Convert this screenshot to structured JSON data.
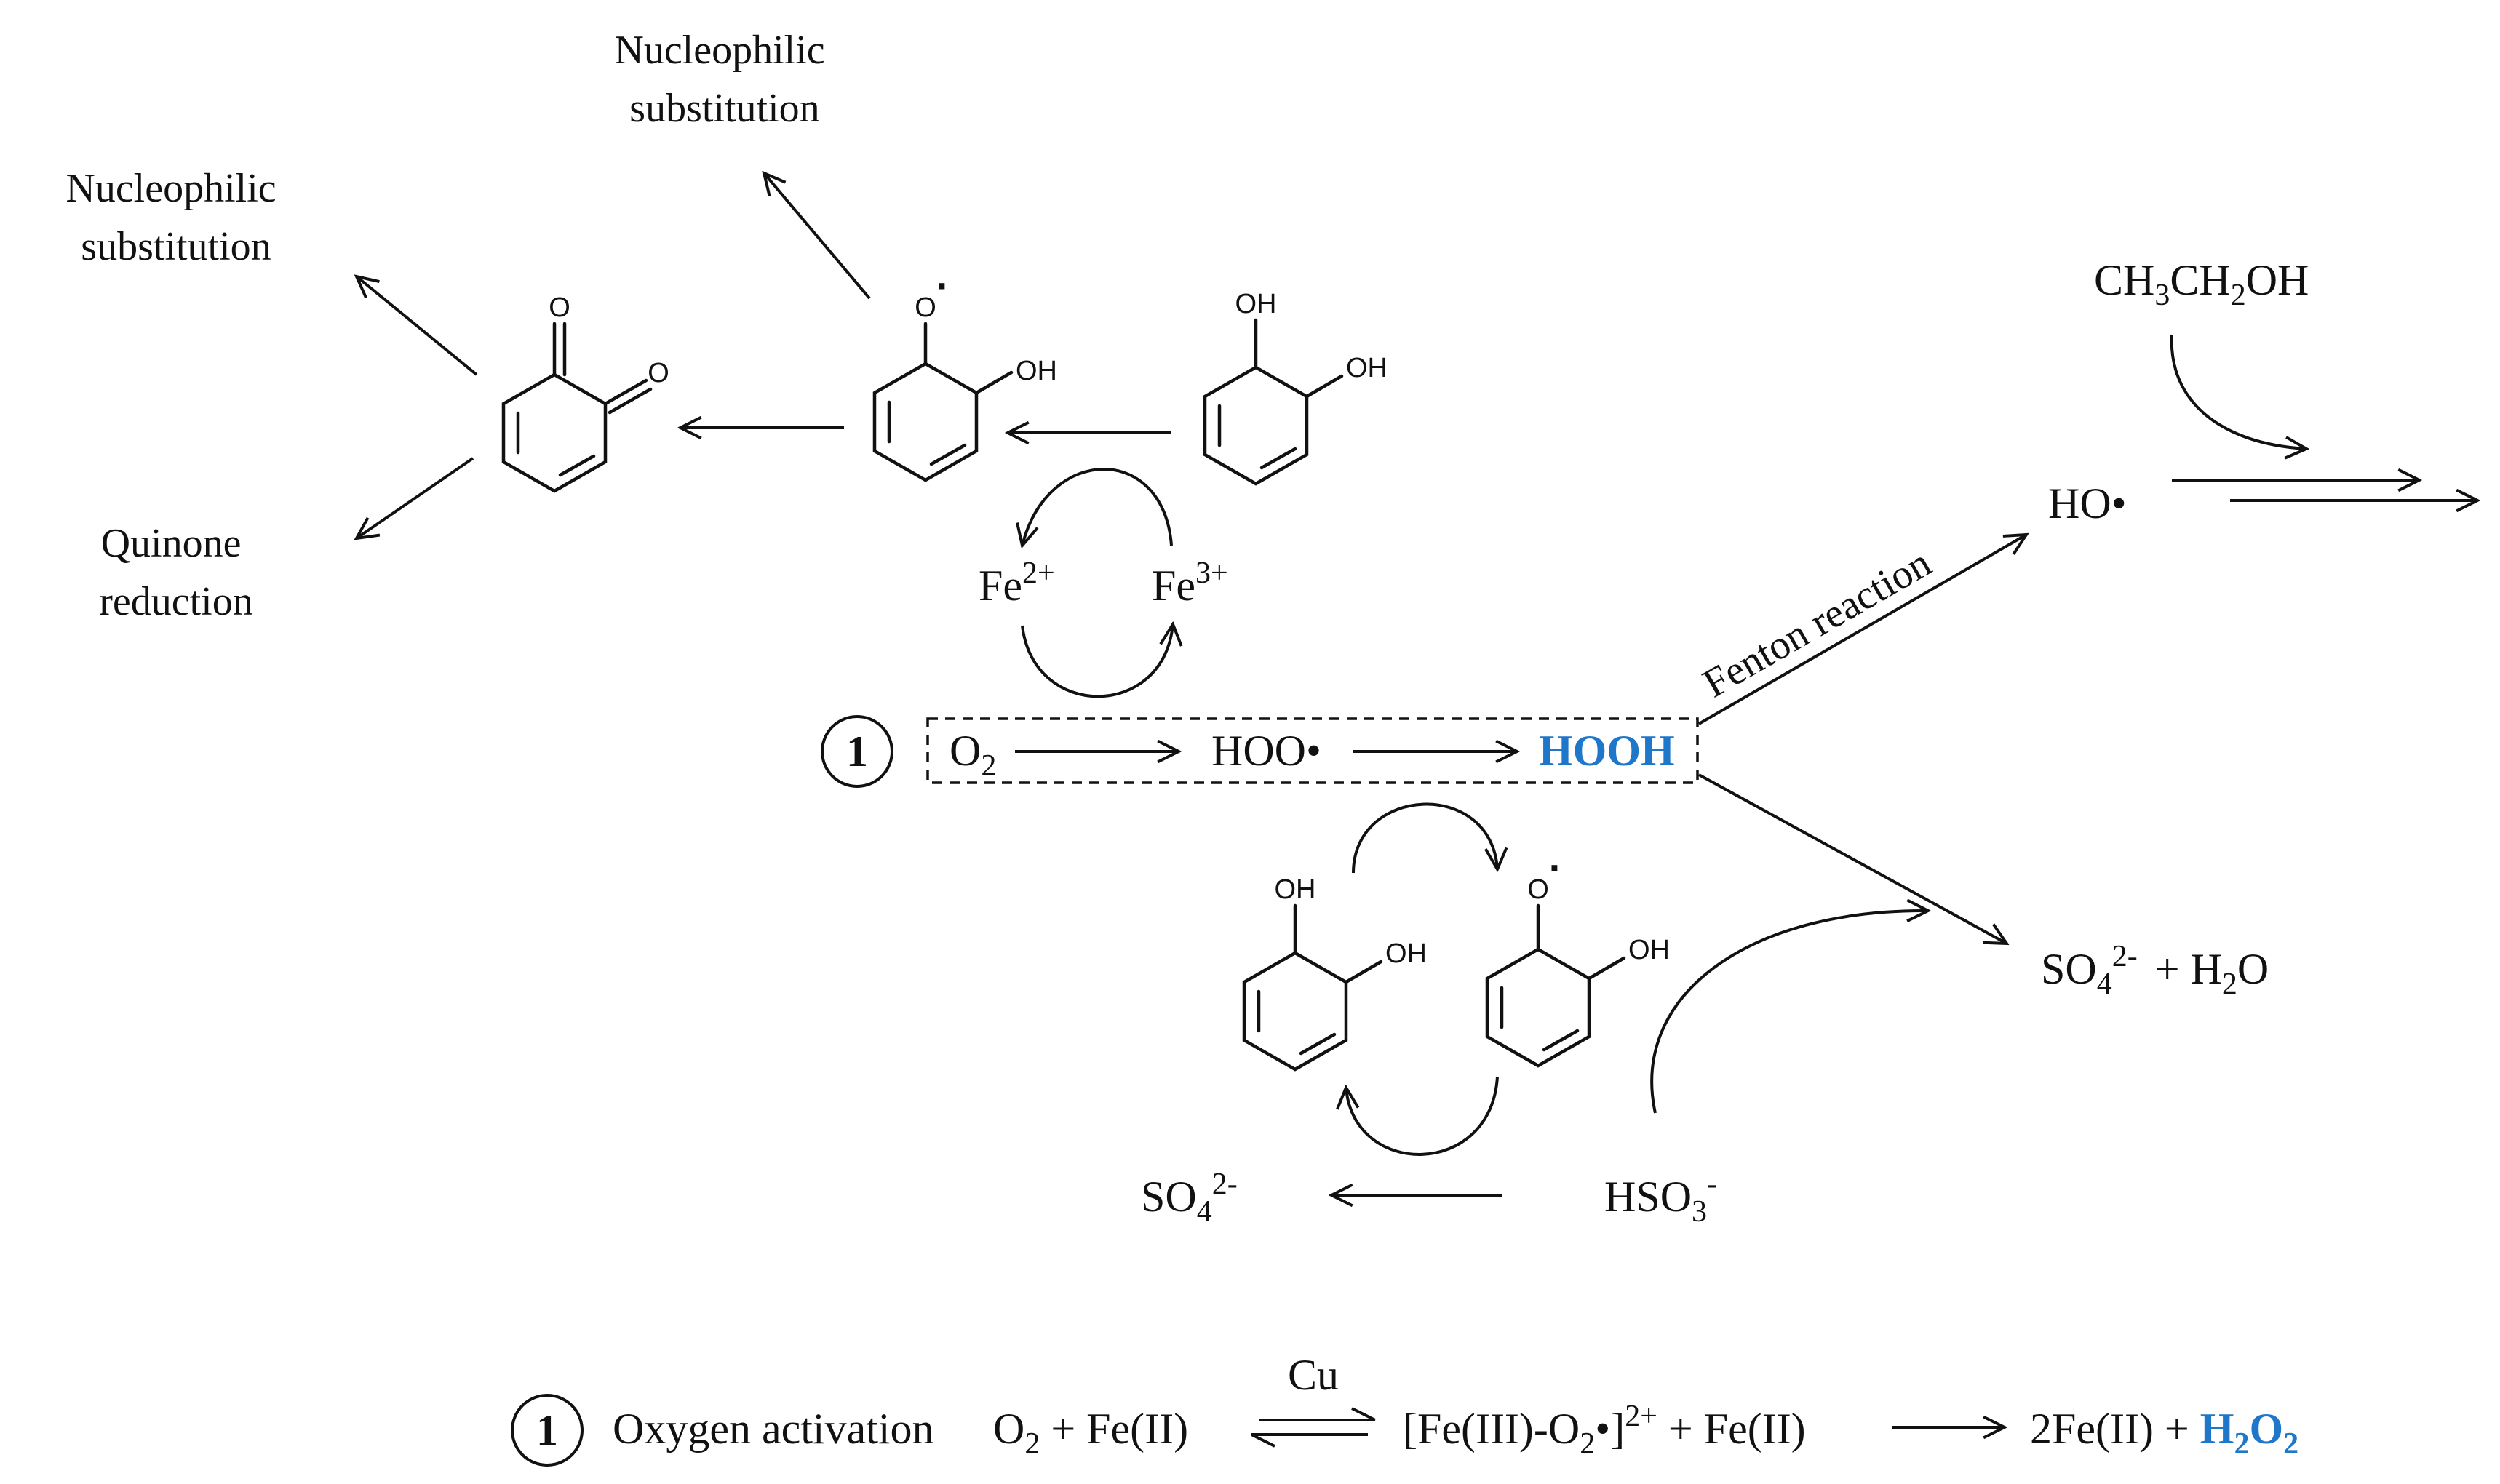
{
  "labels": {
    "nucleophilic_1": [
      "Nucleophilic",
      "substitution"
    ],
    "nucleophilic_2": [
      "Nucleophilic",
      "substitution"
    ],
    "quinone": [
      "Quinone",
      "reduction"
    ],
    "fenton": "Fenton reaction",
    "cu": "Cu",
    "oxygen_activation": "Oxygen activation"
  },
  "species": {
    "ethanol": [
      "CH",
      "3",
      "CH",
      "2",
      "OH"
    ],
    "hydroxyl_radical": "HO•",
    "fe2": [
      "Fe",
      "2+"
    ],
    "fe3": [
      "Fe",
      "3+"
    ],
    "o2": [
      "O",
      "2"
    ],
    "hoo": "HOO•",
    "hooh": "HOOH",
    "sulfate_water": [
      "SO",
      "4",
      "2-",
      "+ H",
      "2",
      "O"
    ],
    "sulfate": [
      "SO",
      "4",
      "2-"
    ],
    "bisulfite": [
      "HSO",
      "3",
      "-"
    ],
    "step_marker": "1"
  },
  "structure_atoms": {
    "oh": "OH",
    "o": "O",
    "radical_dot": "·"
  },
  "equation": {
    "marker": "1",
    "lhs": [
      "O",
      "2",
      " + Fe(II)"
    ],
    "intermediate": [
      "[Fe(III)-O",
      "2",
      "•]",
      "2+",
      "  +  Fe(II)"
    ],
    "product_prefix": "2Fe(II) + ",
    "product_h2o2": [
      "H",
      "2",
      "O",
      "2"
    ]
  },
  "colors": {
    "accent": "#1f77c9",
    "ink": "#111111"
  }
}
